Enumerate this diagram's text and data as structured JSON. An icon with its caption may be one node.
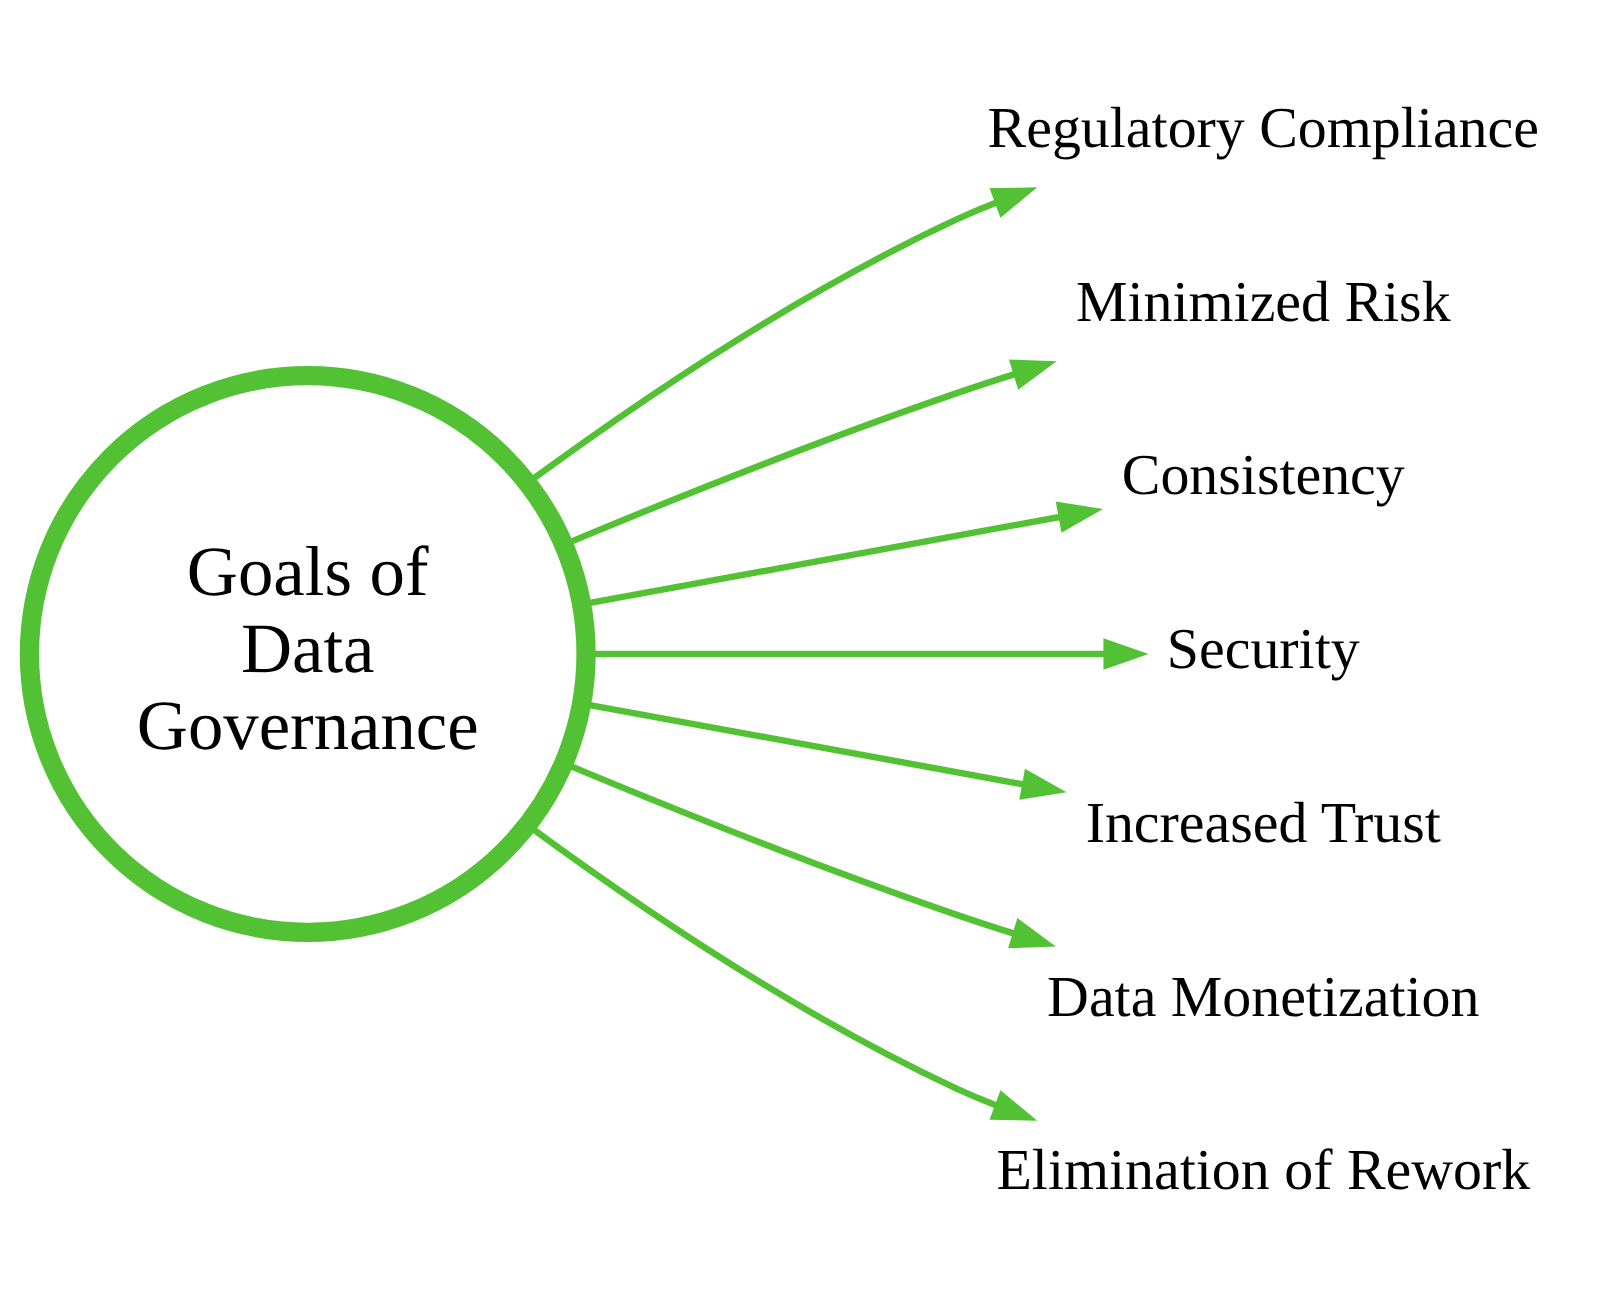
{
  "diagram": {
    "nodes": [
      {
        "text": [
          "Goals of Data Governance"
        ]
      },
      {
        "text": [
          "Regulatory Compliance"
        ]
      },
      {
        "text": [
          "Minimized Risk"
        ]
      },
      {
        "text": [
          "Consistency"
        ]
      },
      {
        "text": [
          "Security"
        ]
      },
      {
        "text": [
          "Increased Trust"
        ]
      },
      {
        "text": [
          "Data Monetization"
        ]
      },
      {
        "text": [
          "Elimination of Rework"
        ]
      }
    ],
    "edges": [
      {
        "from": 0,
        "to": 1,
        "arrow": "to"
      },
      {
        "from": 0,
        "to": 2,
        "arrow": "to"
      },
      {
        "from": 0,
        "to": 3,
        "arrow": "to"
      },
      {
        "from": 0,
        "to": 4,
        "arrow": "to"
      },
      {
        "from": 0,
        "to": 5,
        "arrow": "to"
      },
      {
        "from": 0,
        "to": 6,
        "arrow": "to"
      },
      {
        "from": 0,
        "to": 7,
        "arrow": "to"
      }
    ]
  }
}
